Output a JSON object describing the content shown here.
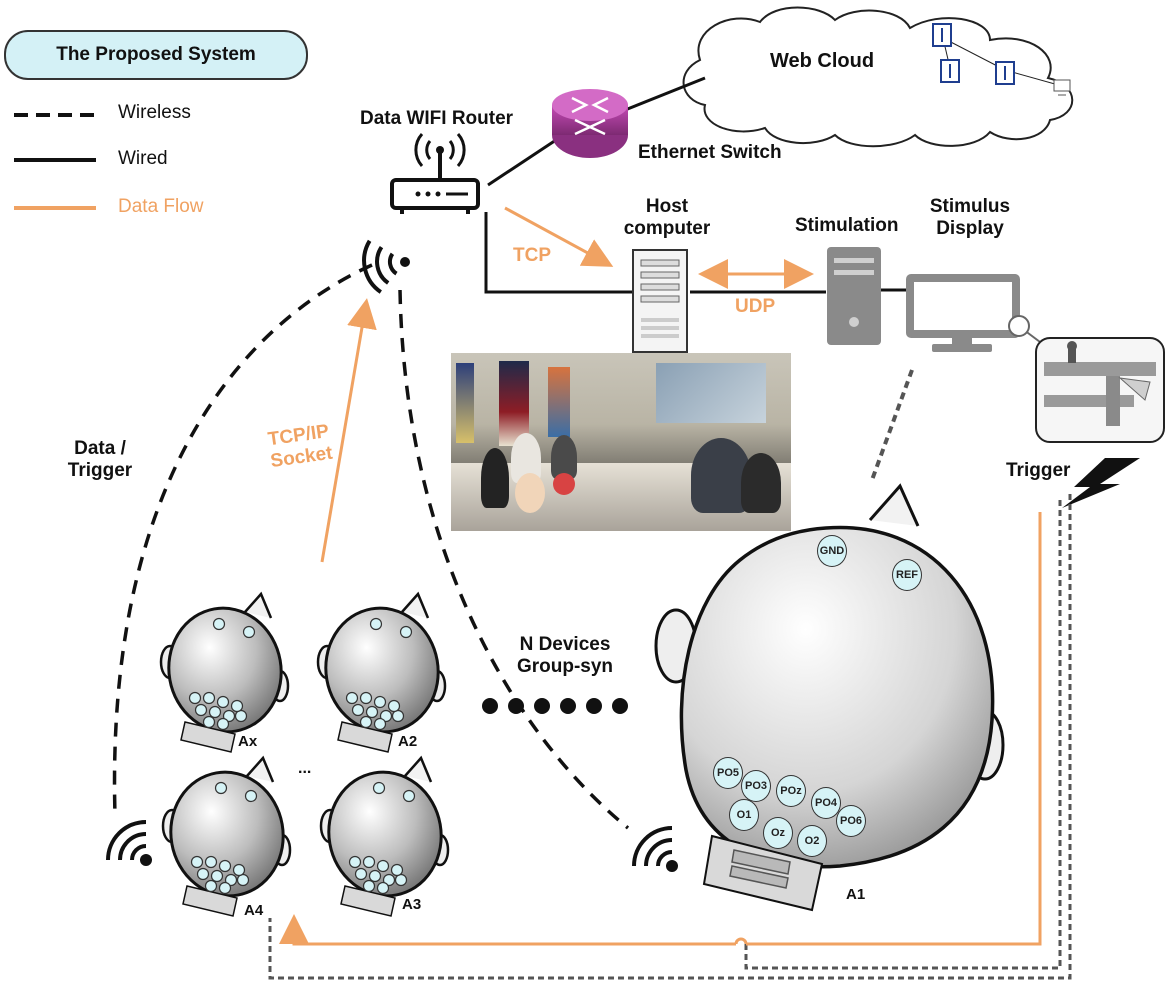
{
  "legend": {
    "title": "The Proposed System",
    "wireless": "Wireless",
    "wired": "Wired",
    "data_flow": "Data Flow"
  },
  "network": {
    "router": "Data WIFI Router",
    "switch": "Ethernet Switch",
    "cloud": "Web Cloud",
    "host": "Host computer",
    "stimulation": "Stimulation",
    "display": "Stimulus Display"
  },
  "protocols": {
    "tcp": "TCP",
    "udp": "UDP",
    "tcpip_socket": "TCP/IP Socket"
  },
  "links": {
    "data_trigger": "Data / Trigger",
    "trigger": "Trigger",
    "n_devices": "N Devices Group-syn",
    "ellipsis": "..."
  },
  "devices": {
    "ax": "Ax",
    "a2": "A2",
    "a3": "A3",
    "a4": "A4",
    "a1": "A1"
  },
  "electrodes": [
    "GND",
    "REF",
    "PO5",
    "PO3",
    "POz",
    "PO4",
    "PO6",
    "O1",
    "Oz",
    "O2"
  ],
  "colors": {
    "data_flow": "#f0a262",
    "legend_pill": "#d4f1f6",
    "switch": "#a53b97",
    "device_icons": "#1f3e8f"
  }
}
